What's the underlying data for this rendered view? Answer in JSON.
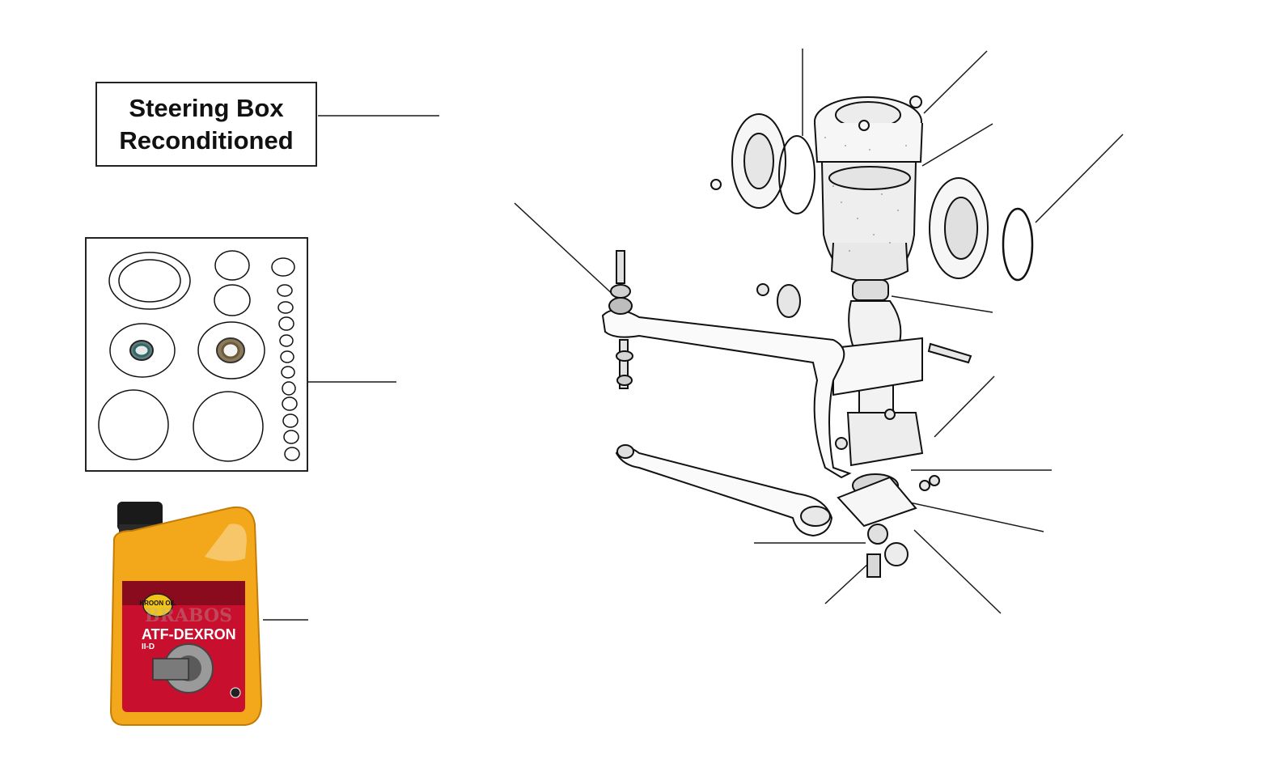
{
  "title_box": {
    "line1": "Steering Box",
    "line2": "Reconditioned"
  },
  "bottle": {
    "brand": "KROON OIL",
    "watermark": "BRABOS",
    "product": "ATF-DEXRON",
    "grade": "II-D",
    "colors": {
      "body": "#f2a81a",
      "label": "#c8102e",
      "cap": "#1a1a1a"
    }
  },
  "diagram": {
    "line_color": "#1a1a1a",
    "icons": [
      "steering-box-housing-icon",
      "o-ring-icon",
      "idler-arm-icon",
      "drop-arm-icon",
      "oil-seal-icon"
    ]
  }
}
